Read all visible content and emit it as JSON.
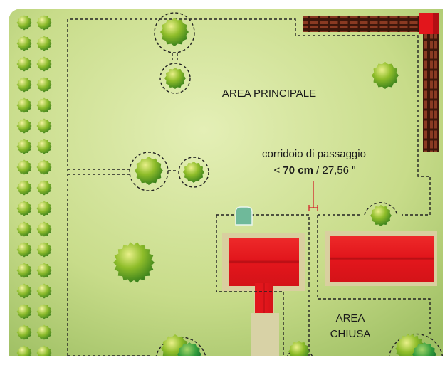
{
  "labels": {
    "main_area": "AREA PRINCIPALE",
    "closed_area_line1": "AREA",
    "closed_area_line2": "CHIUSA",
    "passage_label": "corridoio di passaggio",
    "passage_prefix": "< ",
    "passage_value": "70 cm",
    "passage_suffix": " / 27,56 \""
  },
  "colors": {
    "lawn_light": "#d8e6a4",
    "lawn_dark": "#a9c86f",
    "roof_red": "#e2161c",
    "boundary_dash": "#222222",
    "fence_brown": "#4a1e10",
    "measure_red": "#d2232a",
    "charging_station": "#6fb99a",
    "path_beige": "#d8d2a6"
  },
  "icons": {
    "station": "charging-station-icon",
    "tree": "tree-icon"
  }
}
